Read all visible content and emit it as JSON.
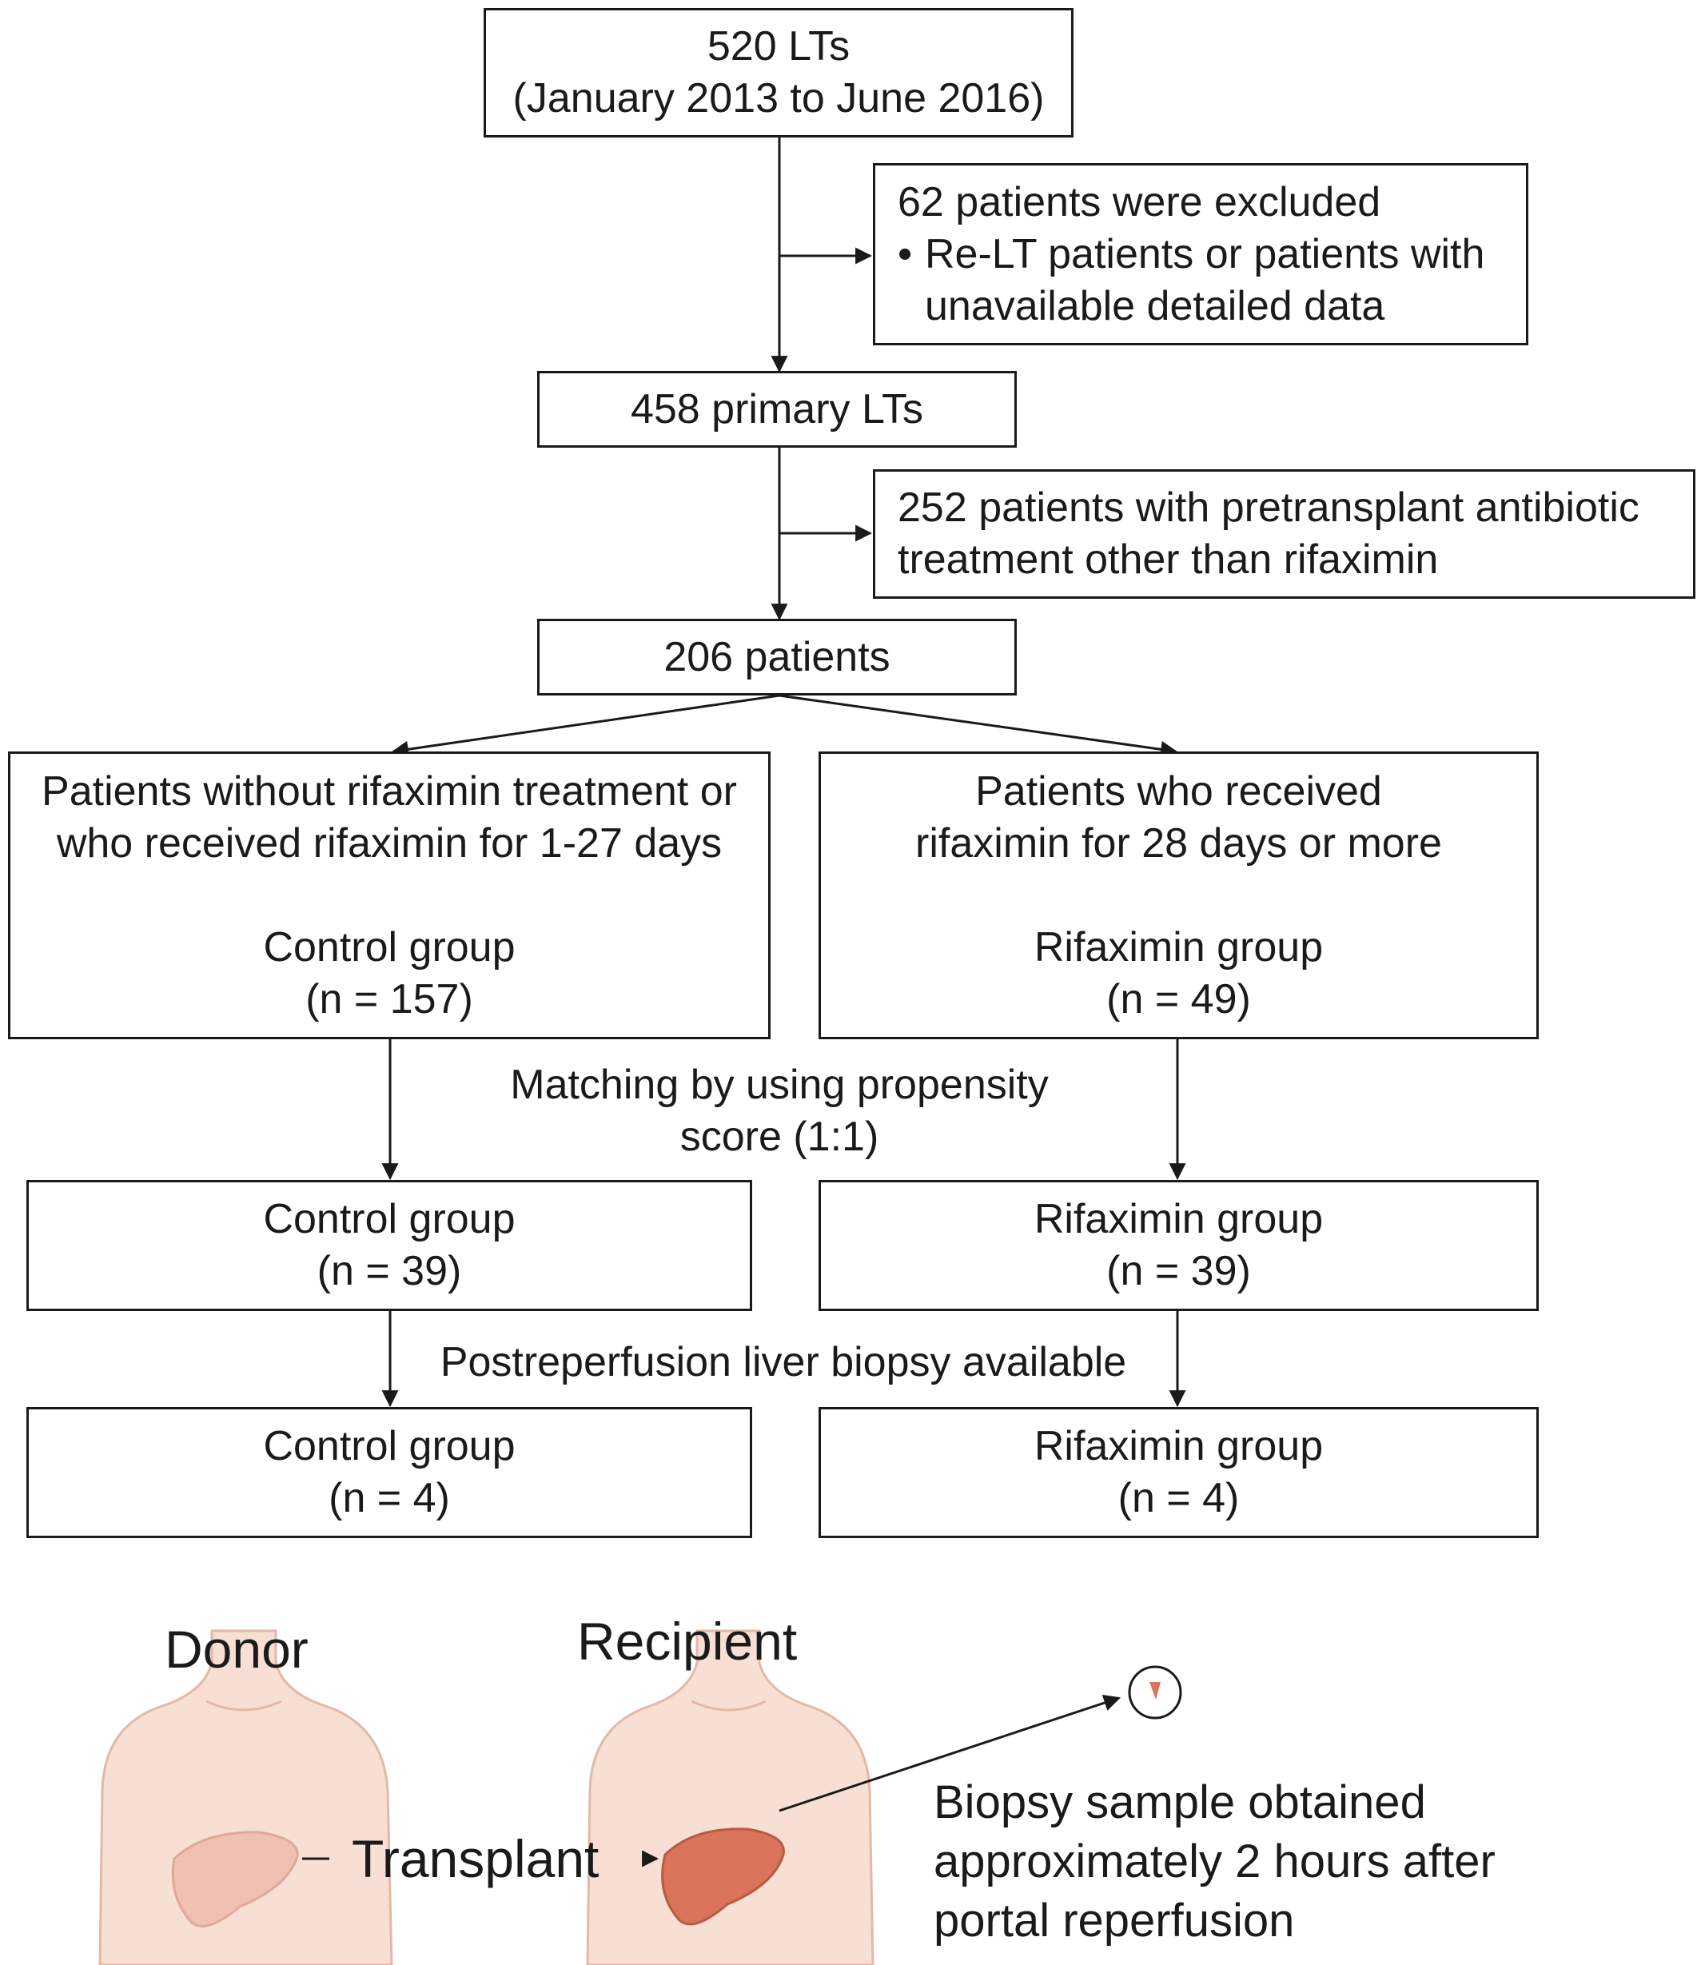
{
  "flow": {
    "start": [
      "520 LTs",
      "(January 2013 to June 2016)"
    ],
    "exclusion": {
      "title": "62 patients were excluded",
      "bullet": "Re-LT patients or patients with",
      "bullet_cont": "unavailable detailed data"
    },
    "primary": "458 primary LTs",
    "antibiotic_exclusion": [
      "252 patients with pretransplant antibiotic",
      "treatment other than rifaximin"
    ],
    "cohort": "206 patients",
    "control_all": {
      "desc": [
        "Patients without rifaximin treatment or",
        "who received rifaximin for 1-27 days"
      ],
      "group": "Control group",
      "n": "(n = 157)"
    },
    "rifaximin_all": {
      "desc": [
        "Patients who received",
        "rifaximin for 28 days or more"
      ],
      "group": "Rifaximin group",
      "n": "(n = 49)"
    },
    "matching_label": [
      "Matching by using propensity",
      "score (1:1)"
    ],
    "control_matched": {
      "group": "Control group",
      "n": "(n = 39)"
    },
    "rifaximin_matched": {
      "group": "Rifaximin group",
      "n": "(n = 39)"
    },
    "biopsy_label": "Postreperfusion liver biopsy available",
    "control_biopsy": {
      "group": "Control group",
      "n": "(n = 4)"
    },
    "rifaximin_biopsy": {
      "group": "Rifaximin group",
      "n": "(n = 4)"
    }
  },
  "illustration": {
    "donor": "Donor",
    "recipient": "Recipient",
    "transplant": "Transplant",
    "biopsy_caption": [
      "Biopsy sample obtained",
      "approximately 2 hours after",
      "portal reperfusion"
    ]
  },
  "colors": {
    "line": "#1a1a1a",
    "skin": "#f7dfd3",
    "skin_outline": "#e2b9a6",
    "donor_liver": "#f0c1b3",
    "recipient_liver": "#d9745a"
  }
}
